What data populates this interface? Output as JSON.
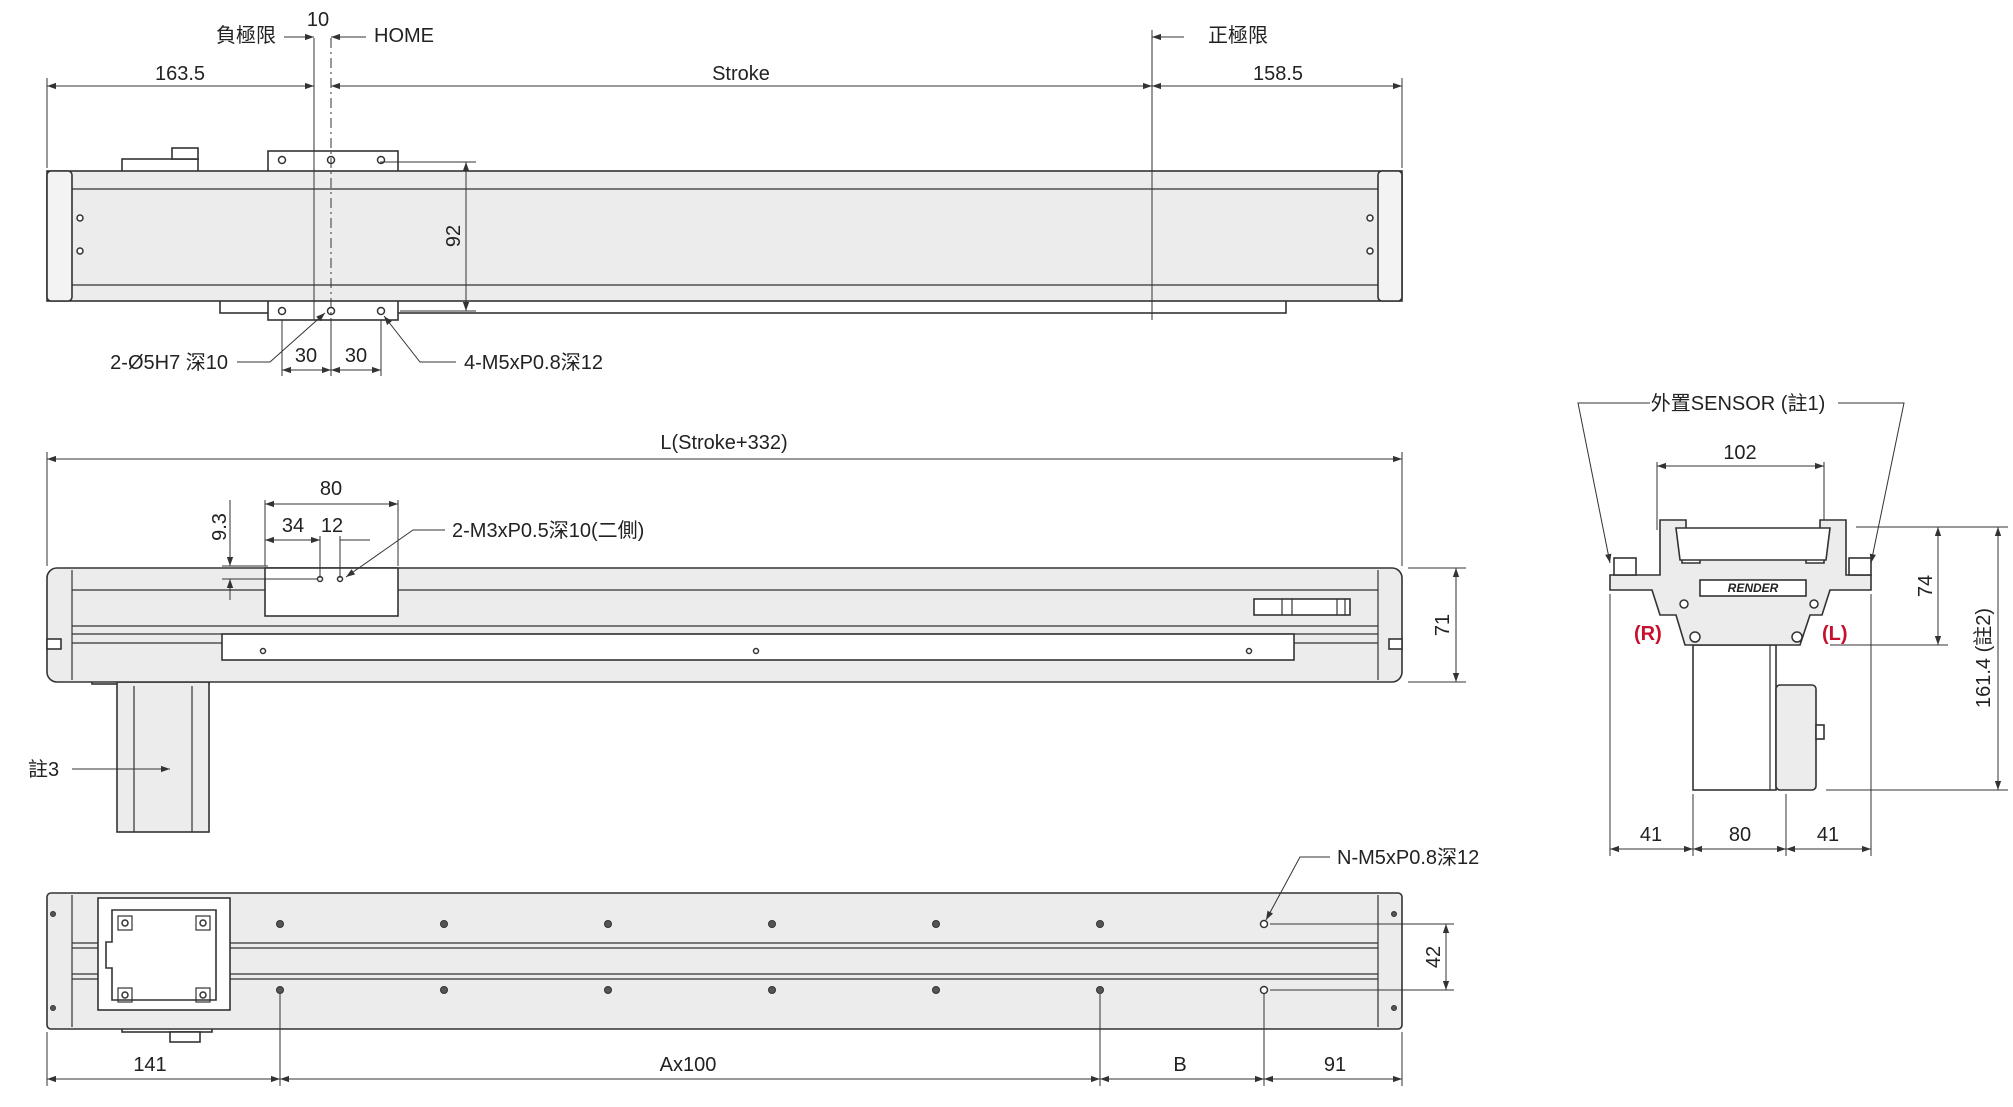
{
  "views": {
    "top": {
      "neg_limit": "負極限",
      "home": "HOME",
      "home_offset": "10",
      "pos_limit": "正極限",
      "left_length": "163.5",
      "stroke": "Stroke",
      "right_length": "158.5",
      "height": "92",
      "pin_holes": "2-Ø5H7 深10",
      "pitch_left": "30",
      "pitch_right": "30",
      "tapped_holes": "4-M5xP0.8深12"
    },
    "side": {
      "total_length": "L(Stroke+332)",
      "slider_length": "80",
      "hole_offset": "34",
      "hole_pitch": "12",
      "hole_height": "9.3",
      "side_holes": "2-M3xP0.5深10(二側)",
      "height": "71",
      "note3": "註3"
    },
    "bottom": {
      "mount_holes": "N-M5xP0.8深12",
      "row_pitch": "42",
      "left_length": "141",
      "hole_pattern": "Ax100",
      "b_length": "B",
      "right_length": "91"
    },
    "end": {
      "sensor": "外置SENSOR (註1)",
      "width_top": "102",
      "height_upper": "74",
      "height_total": "161.4 (註2)",
      "right_mark": "(R)",
      "left_mark": "(L)",
      "logo": "RENDER",
      "width_left": "41",
      "width_mid": "80",
      "width_right": "41"
    }
  },
  "colors": {
    "body_fill": "#ececec",
    "line": "#333333",
    "highlight": "#c8102e"
  }
}
